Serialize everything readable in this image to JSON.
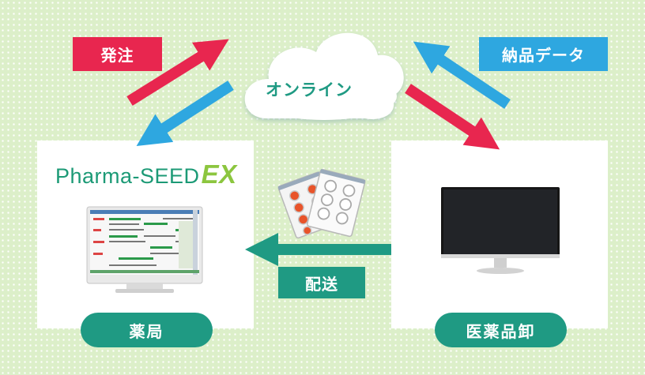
{
  "labels": {
    "order": "発注",
    "delivery_data": "納品データ",
    "online": "オンライン",
    "shipping": "配送",
    "pharmacy": "薬局",
    "wholesaler": "医薬品卸"
  },
  "brand": {
    "name": "Pharma-SEED",
    "suffix": "EX"
  },
  "colors": {
    "order_red": "#e8264f",
    "data_blue": "#2ea7e0",
    "teal": "#1f9a83",
    "brand_green": "#1c9a76",
    "ex_green": "#8cc63f"
  }
}
